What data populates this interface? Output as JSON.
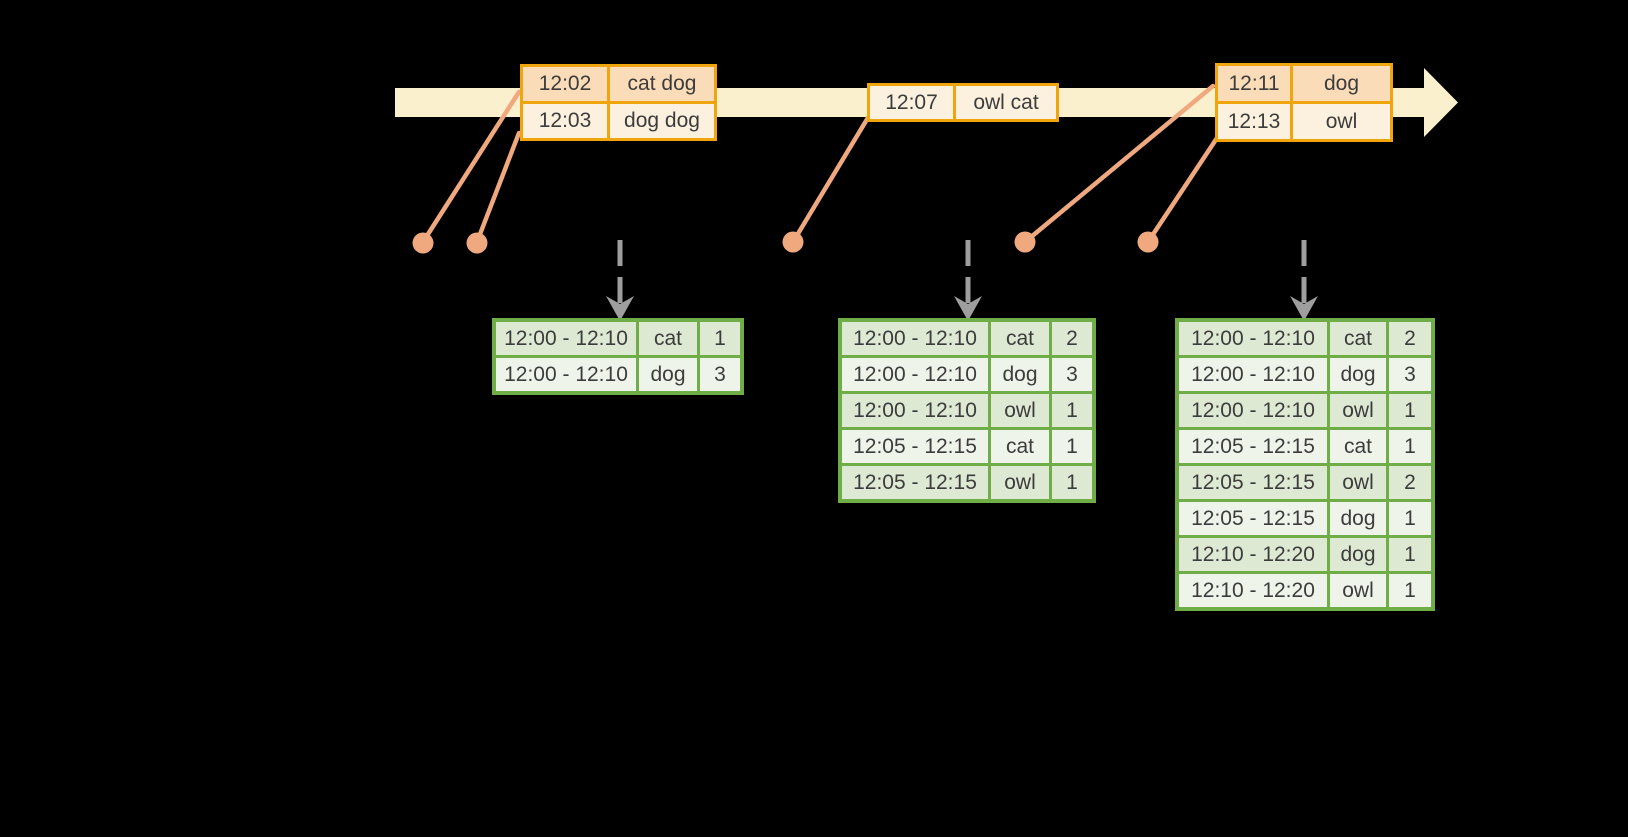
{
  "colors": {
    "background": "#000000",
    "timeline_band": "#FBF0CD",
    "orange_border": "#F0A50C",
    "orange_row_dark": "#FADCB8",
    "orange_row_light": "#FCF1DE",
    "salmon": "#F0A87E",
    "green_border": "#6FAE46",
    "green_row_dark": "#DEE9D4",
    "green_row_light": "#EFF4EB",
    "gray_arrow": "#9E9E9E",
    "text": "#3C3C3C"
  },
  "event_tables": [
    {
      "rows": [
        {
          "time": "12:02",
          "words": "cat dog"
        },
        {
          "time": "12:03",
          "words": "dog dog"
        }
      ]
    },
    {
      "rows": [
        {
          "time": "12:07",
          "words": "owl cat"
        }
      ]
    },
    {
      "rows": [
        {
          "time": "12:11",
          "words": "dog"
        },
        {
          "time": "12:13",
          "words": "owl"
        }
      ]
    }
  ],
  "result_tables": [
    {
      "rows": [
        {
          "window": "12:00 - 12:10",
          "word": "cat",
          "count": "1"
        },
        {
          "window": "12:00 - 12:10",
          "word": "dog",
          "count": "3"
        }
      ]
    },
    {
      "rows": [
        {
          "window": "12:00 - 12:10",
          "word": "cat",
          "count": "2"
        },
        {
          "window": "12:00 - 12:10",
          "word": "dog",
          "count": "3"
        },
        {
          "window": "12:00 - 12:10",
          "word": "owl",
          "count": "1"
        },
        {
          "window": "12:05 - 12:15",
          "word": "cat",
          "count": "1"
        },
        {
          "window": "12:05 - 12:15",
          "word": "owl",
          "count": "1"
        }
      ]
    },
    {
      "rows": [
        {
          "window": "12:00 - 12:10",
          "word": "cat",
          "count": "2"
        },
        {
          "window": "12:00 - 12:10",
          "word": "dog",
          "count": "3"
        },
        {
          "window": "12:00 - 12:10",
          "word": "owl",
          "count": "1"
        },
        {
          "window": "12:05 - 12:15",
          "word": "cat",
          "count": "1"
        },
        {
          "window": "12:05 - 12:15",
          "word": "owl",
          "count": "2"
        },
        {
          "window": "12:05 - 12:15",
          "word": "dog",
          "count": "1"
        },
        {
          "window": "12:10 - 12:20",
          "word": "dog",
          "count": "1"
        },
        {
          "window": "12:10 - 12:20",
          "word": "owl",
          "count": "1"
        }
      ]
    }
  ],
  "icons": {
    "timeline_arrow": "right-arrow-band",
    "trigger_arrow": "dashed-down-arrow",
    "event_marker": "dot"
  }
}
